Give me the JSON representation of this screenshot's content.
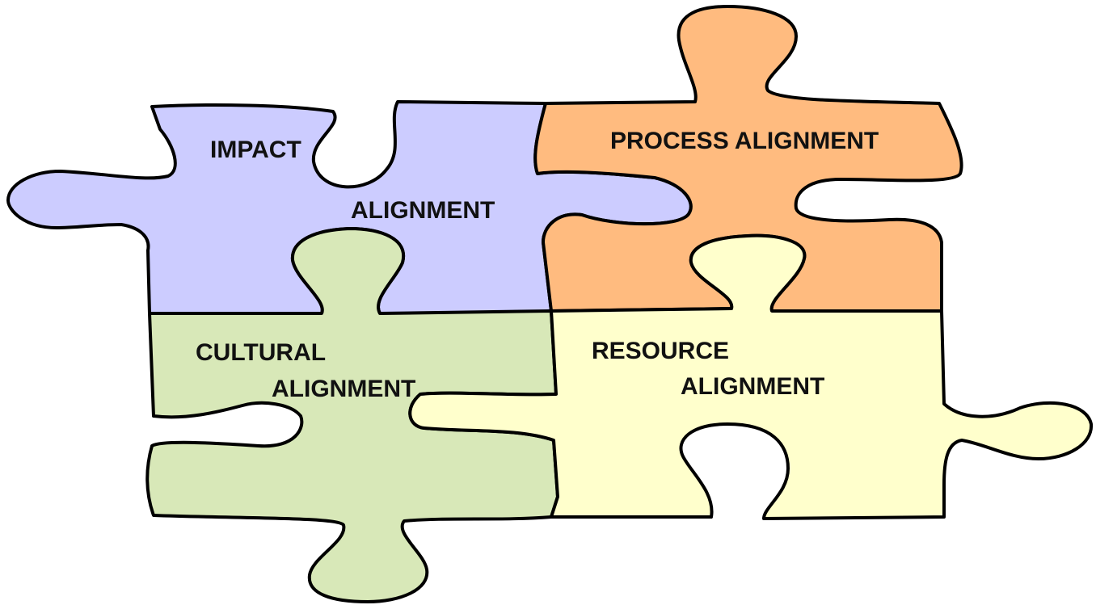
{
  "pieces": [
    {
      "id": "impact",
      "label_lines": [
        "IMPACT",
        "ALIGNMENT"
      ],
      "color": "#CCCCFF"
    },
    {
      "id": "process",
      "label_lines": [
        "PROCESS ALIGNMENT"
      ],
      "color": "#FFBB7F"
    },
    {
      "id": "cultural",
      "label_lines": [
        "CULTURAL",
        "ALIGNMENT"
      ],
      "color": "#D8E8B8"
    },
    {
      "id": "resource",
      "label_lines": [
        "RESOURCE",
        "ALIGNMENT"
      ],
      "color": "#FFFFCC"
    }
  ]
}
